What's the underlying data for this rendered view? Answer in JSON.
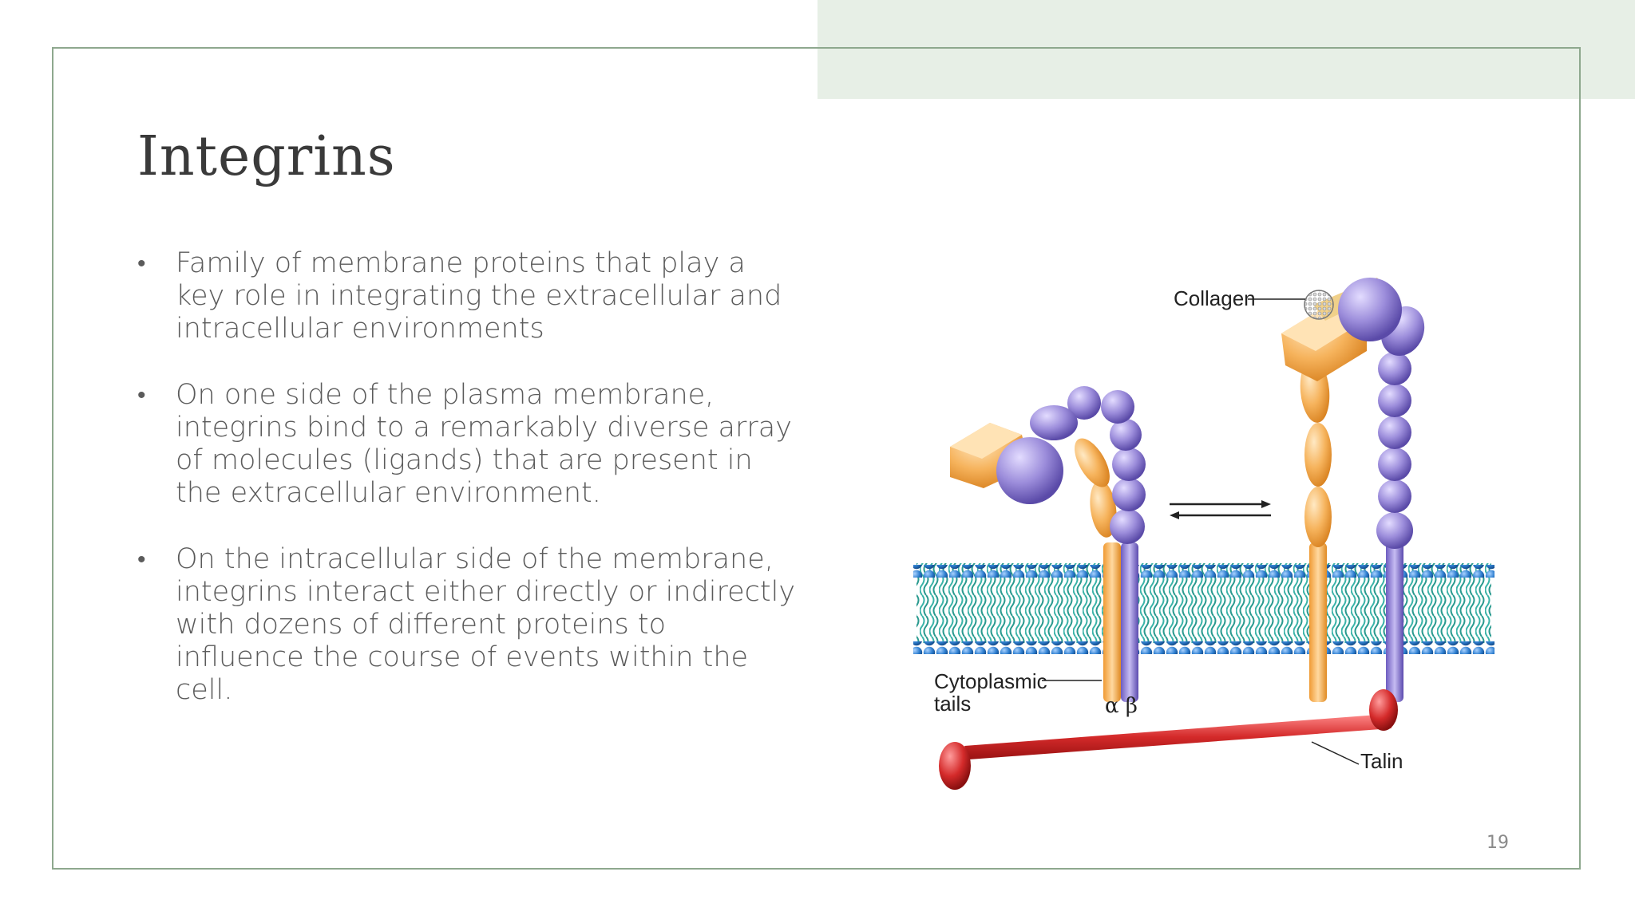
{
  "slide": {
    "title": "Integrins",
    "page_number": "19",
    "bullets": [
      {
        "marker": "•",
        "text": "Family of membrane proteins that play a key role in integrating the extracellular and intracellular environments"
      },
      {
        "marker": "•",
        "text": "On one side of the plasma membrane, integrins bind to a remarkably diverse array of molecules (ligands) that are present in the extracellular environment."
      },
      {
        "marker": "•",
        "text": "On the intracellular side of the membrane, integrins interact either directly or indirectly with dozens of different proteins to influence the course of events within the cell."
      }
    ]
  },
  "figure": {
    "labels": {
      "collagen": "Collagen",
      "cytoplasmic_line1": "Cytoplasmic",
      "cytoplasmic_line2": "tails",
      "alpha_beta": "α β",
      "talin": "Talin"
    },
    "colors": {
      "alpha_subunit": "#f4a340",
      "beta_subunit": "#8f7fd0",
      "membrane_head": "#2f7fd0",
      "membrane_tail": "#3ab3a8",
      "talin": "#d42a2a",
      "accent_band": "#e7efe6",
      "frame": "#8ea88e"
    }
  }
}
